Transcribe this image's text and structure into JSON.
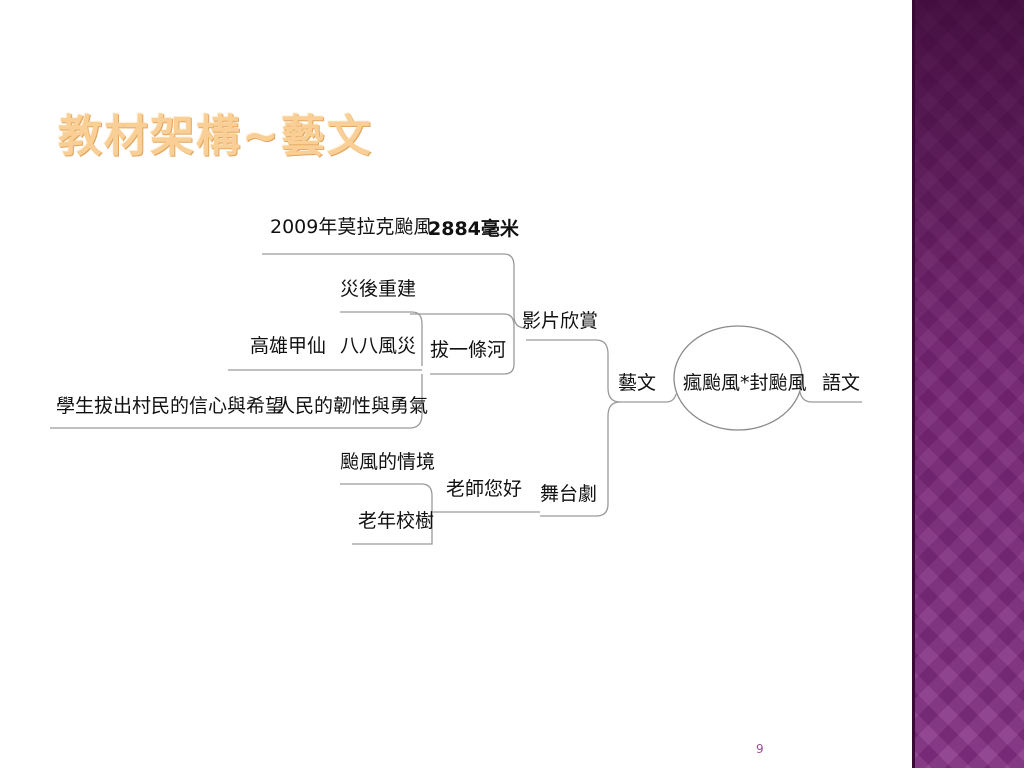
{
  "slide": {
    "title": "教材架構~藝文",
    "page_number": "9"
  },
  "mindmap": {
    "center": "瘋颱風*封颱風",
    "right_branch": "語文",
    "main_branch": "藝文",
    "nodes": {
      "film": "影片欣賞",
      "film_2884": "2884毫米",
      "morakot": "2009年莫拉克颱風",
      "river": "拔一條河",
      "rebuild": "災後重建",
      "flood_0808": "八八風災",
      "kaohsiung": "高雄甲仙",
      "resilience": "人民的韌性與勇氣",
      "students_hope": "學生拔出村民的信心與希望",
      "drama": "舞台劇",
      "hello_teacher": "老師您好",
      "typhoon_scene": "颱風的情境",
      "old_tree": "老年校樹"
    }
  },
  "colors": {
    "title": "#f9cf96",
    "panel": "#7a2a7e",
    "line": "#9a9a9a",
    "page_number": "#a04a9c"
  }
}
